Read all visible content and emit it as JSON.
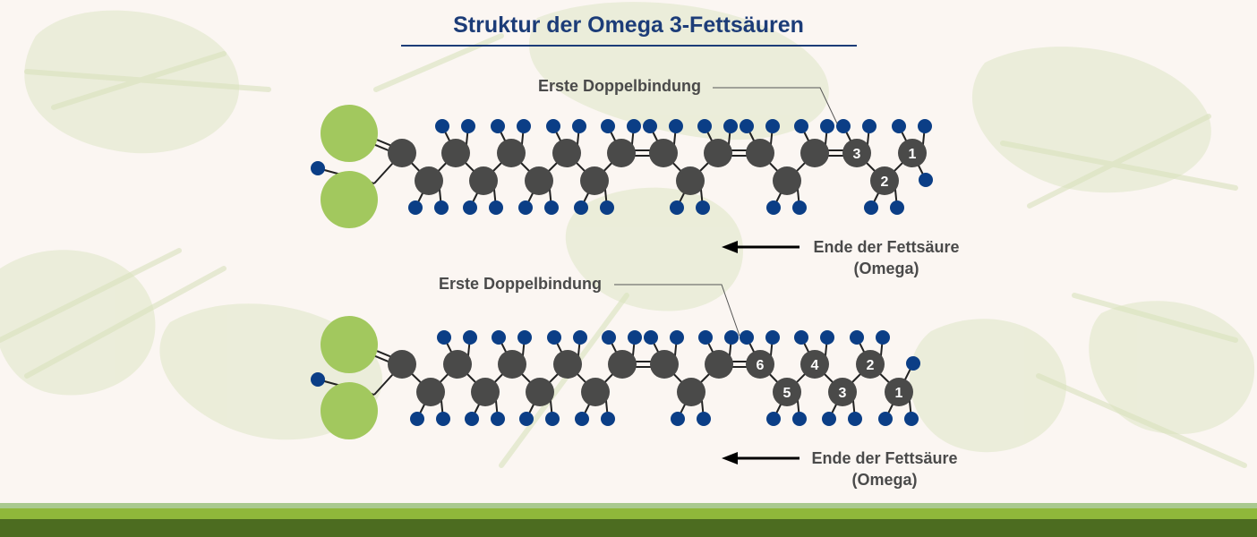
{
  "title": "Struktur der Omega 3-Fettsäuren",
  "colors": {
    "background": "#fbf6f2",
    "title": "#1c3c78",
    "carbon": "#4a4a49",
    "hydrogen": "#0b3e86",
    "oxygen": "#a2c85e",
    "bond": "#222222",
    "text": "#4a4a4a"
  },
  "molecules": [
    {
      "first_double_bond_label": "Erste Doppelbindung",
      "end_label_line1": "Ende der Fettsäure",
      "end_label_line2": "(Omega)",
      "omega_numbers": [
        "3",
        "2",
        "1"
      ]
    },
    {
      "first_double_bond_label": "Erste Doppelbindung",
      "end_label_line1": "Ende der Fettsäure",
      "end_label_line2": "(Omega)",
      "omega_numbers": [
        "6",
        "5",
        "4",
        "3",
        "2",
        "1"
      ]
    }
  ]
}
